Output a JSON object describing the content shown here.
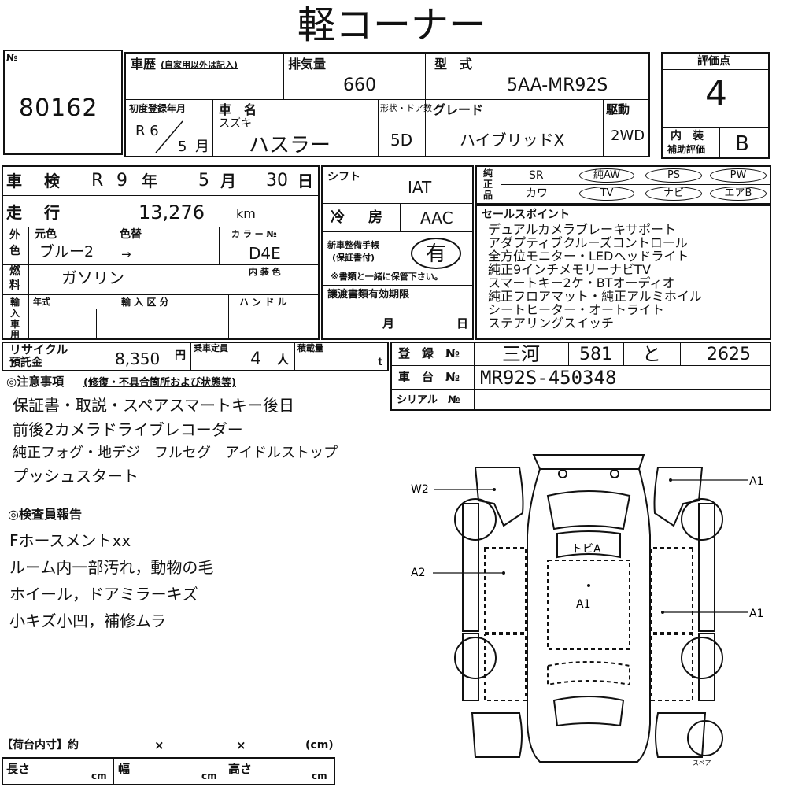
{
  "title": "軽コーナー",
  "lot": {
    "label": "№",
    "number": "80162"
  },
  "history": {
    "label": "車歴",
    "note": "(自家用以外は記入)"
  },
  "displacement": {
    "label": "排気量",
    "value": "660"
  },
  "model_type": {
    "label": "型　式",
    "value": "5AA-MR92S"
  },
  "first_reg": {
    "label": "初度登録年月",
    "era": "R 6",
    "month": "5",
    "month_unit": "月"
  },
  "car_name": {
    "label": "車　名",
    "maker": "スズキ",
    "model": "ハスラー"
  },
  "doors": {
    "label": "形状・ドア数",
    "value": "5D"
  },
  "grade": {
    "label": "グレード",
    "value": "ハイブリッドX"
  },
  "drive": {
    "label": "駆動",
    "value": "2WD"
  },
  "rating": {
    "label": "評価点",
    "value": "4",
    "interior_label": "内　装",
    "interior_sub": "補助評価",
    "interior_value": "B"
  },
  "inspection": {
    "label": "車　検",
    "era": "R",
    "year": "9",
    "year_unit": "年",
    "month": "5",
    "month_unit": "月",
    "day": "30",
    "day_unit": "日"
  },
  "mileage": {
    "label": "走　行",
    "value": "13,276",
    "unit": "km"
  },
  "shift": {
    "label": "シフト",
    "value": "IAT"
  },
  "aircon": {
    "label": "冷　房",
    "value": "AAC"
  },
  "exterior": {
    "label_1": "外",
    "label_2": "色",
    "orig_label": "元色",
    "change_label": "色替",
    "orig_value": "ブルー2",
    "arrow": "→",
    "color_no_label": "カ ラ ー №",
    "color_no_value": "D4E"
  },
  "interior_color": {
    "label": "内 装 色"
  },
  "manual": {
    "label_1": "新車整備手帳",
    "label_2": "(保証書付)",
    "value": "有",
    "note": "※書類と一緒に保管下さい。"
  },
  "fuel": {
    "label_1": "燃",
    "label_2": "料",
    "value": "ガソリン"
  },
  "import": {
    "label_1": "輸",
    "label_2": "入",
    "label_3": "車",
    "label_4": "用",
    "year_label": "年式",
    "class_label": "輸 入 区 分",
    "handle_label": "ハ ン ド ル"
  },
  "transfer": {
    "label": "譲渡書類有効期限",
    "month_unit": "月",
    "day_unit": "日"
  },
  "equipment": {
    "label_1": "純",
    "label_2": "正",
    "label_3": "品",
    "row1": [
      "SR",
      "純AW",
      "PS",
      "PW"
    ],
    "row2": [
      "カワ",
      "TV",
      "ナビ",
      "エアB"
    ]
  },
  "sales_points": {
    "label": "セールスポイント",
    "lines": [
      "デュアルカメラブレーキサポート",
      "アダプティブクルーズコントロール",
      "全方位モニター・LEDヘッドライト",
      "純正9インチメモリーナビTV",
      "スマートキー2ケ・BTオーディオ",
      "純正フロアマット・純正アルミホイル",
      "シートヒーター・オートライト",
      "ステアリングスイッチ"
    ]
  },
  "recycle": {
    "label_1": "リサイクル",
    "label_2": "預託金",
    "value": "8,350",
    "unit": "円"
  },
  "capacity": {
    "label": "乗車定員",
    "value": "4",
    "unit": "人"
  },
  "load": {
    "label": "積載量",
    "unit": "t"
  },
  "registration": {
    "label": "登　録　№",
    "region": "三河",
    "class": "581",
    "kana": "と",
    "number": "2625"
  },
  "chassis": {
    "label": "車　台　№",
    "value": "MR92S-450348"
  },
  "serial": {
    "label": "シリアル　№"
  },
  "notes": {
    "heading": "◎注意事項",
    "heading_note": "(修復・不具合箇所および状態等)",
    "lines": [
      "保証書・取説・スペアスマートキー後日",
      "前後2カメラドライブレコーダー",
      "純正フォグ・地デジ　フルセグ　アイドルストップ",
      "プッシュスタート"
    ]
  },
  "inspector": {
    "heading": "◎検査員報告",
    "lines": [
      "Fホースメントxx",
      "ルーム内一部汚れ，動物の毛",
      "ホイール，ドアミラーキズ",
      "小キズ小凹，補修ムラ"
    ]
  },
  "diagram": {
    "marks": [
      "W2",
      "A2",
      "A1",
      "A1",
      "A1",
      "トビA"
    ],
    "spare_label": "スペア"
  },
  "cargo": {
    "heading": "【荷台内寸】約",
    "x1": "×",
    "x2": "×",
    "unit": "(cm)",
    "length_label": "長さ",
    "width_label": "幅",
    "height_label": "高さ",
    "cm": "cm"
  }
}
